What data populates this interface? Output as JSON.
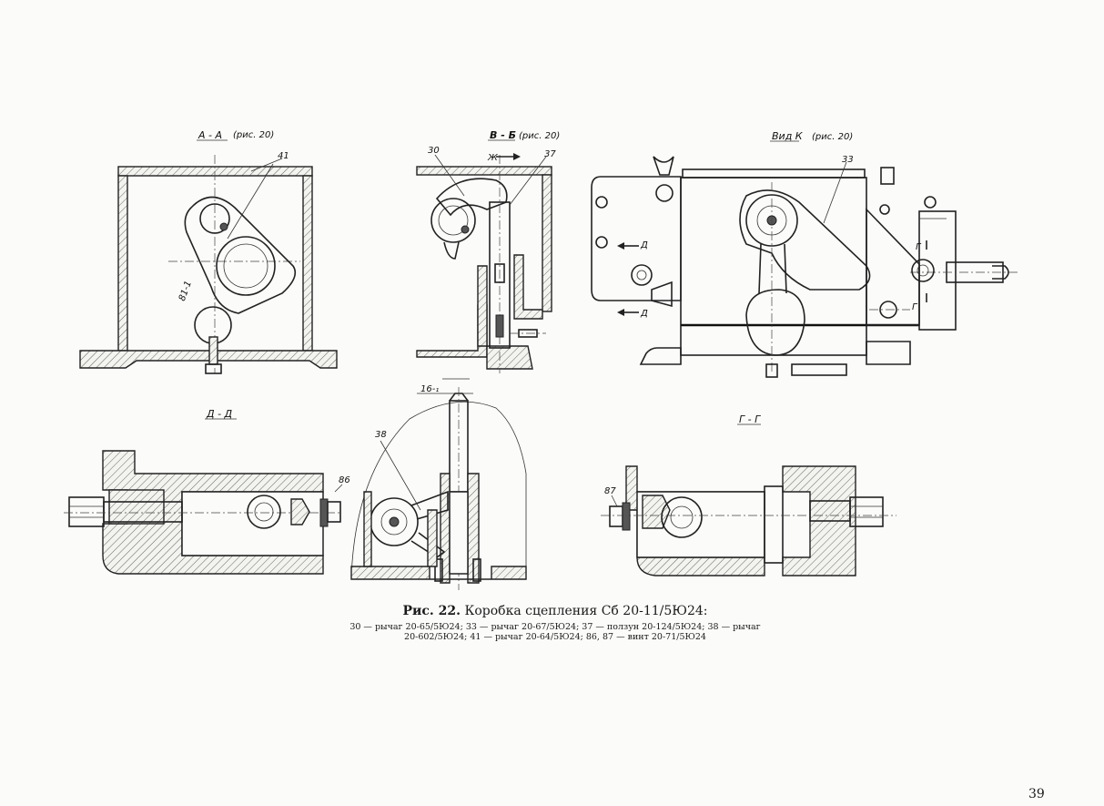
{
  "figure": {
    "caption_title_prefix": "Рис. 22.",
    "caption_title_text": "Коробка сцепления Сб 20-11/5Ю24:",
    "caption_line1": "30 — рычаг  20-65/5Ю24;  33 — рычаг  20-67/5Ю24;  37 — ползун  20-124/5Ю24;  38 — рычаг",
    "caption_line2": "20-602/5Ю24;  41 — рычаг  20-64/5Ю24;  86,  87 — винт  20-71/5Ю24"
  },
  "views": {
    "aa": {
      "title": "А - А",
      "ref": "(рис. 20)"
    },
    "bb": {
      "title": "В - Б",
      "ref": "(рис. 20)"
    },
    "k": {
      "title": "Вид К",
      "ref": "(рис. 20)"
    },
    "dd": {
      "title": "Д - Д"
    },
    "zz": {
      "title": "Ж - Ж"
    },
    "gg": {
      "title": "Г - Г"
    }
  },
  "labels": {
    "p41": "41",
    "p30": "30",
    "p37": "37",
    "p33": "33",
    "p38": "38",
    "p86": "86",
    "p87": "87",
    "dim_16": "16-₁",
    "dim_81": "81-1",
    "arrow_zh": "Ж",
    "arrow_d_top": "Д",
    "arrow_d_bottom": "Д",
    "arrow_g_top": "Г",
    "arrow_g_bottom": "Г"
  },
  "page": {
    "number": "39"
  }
}
